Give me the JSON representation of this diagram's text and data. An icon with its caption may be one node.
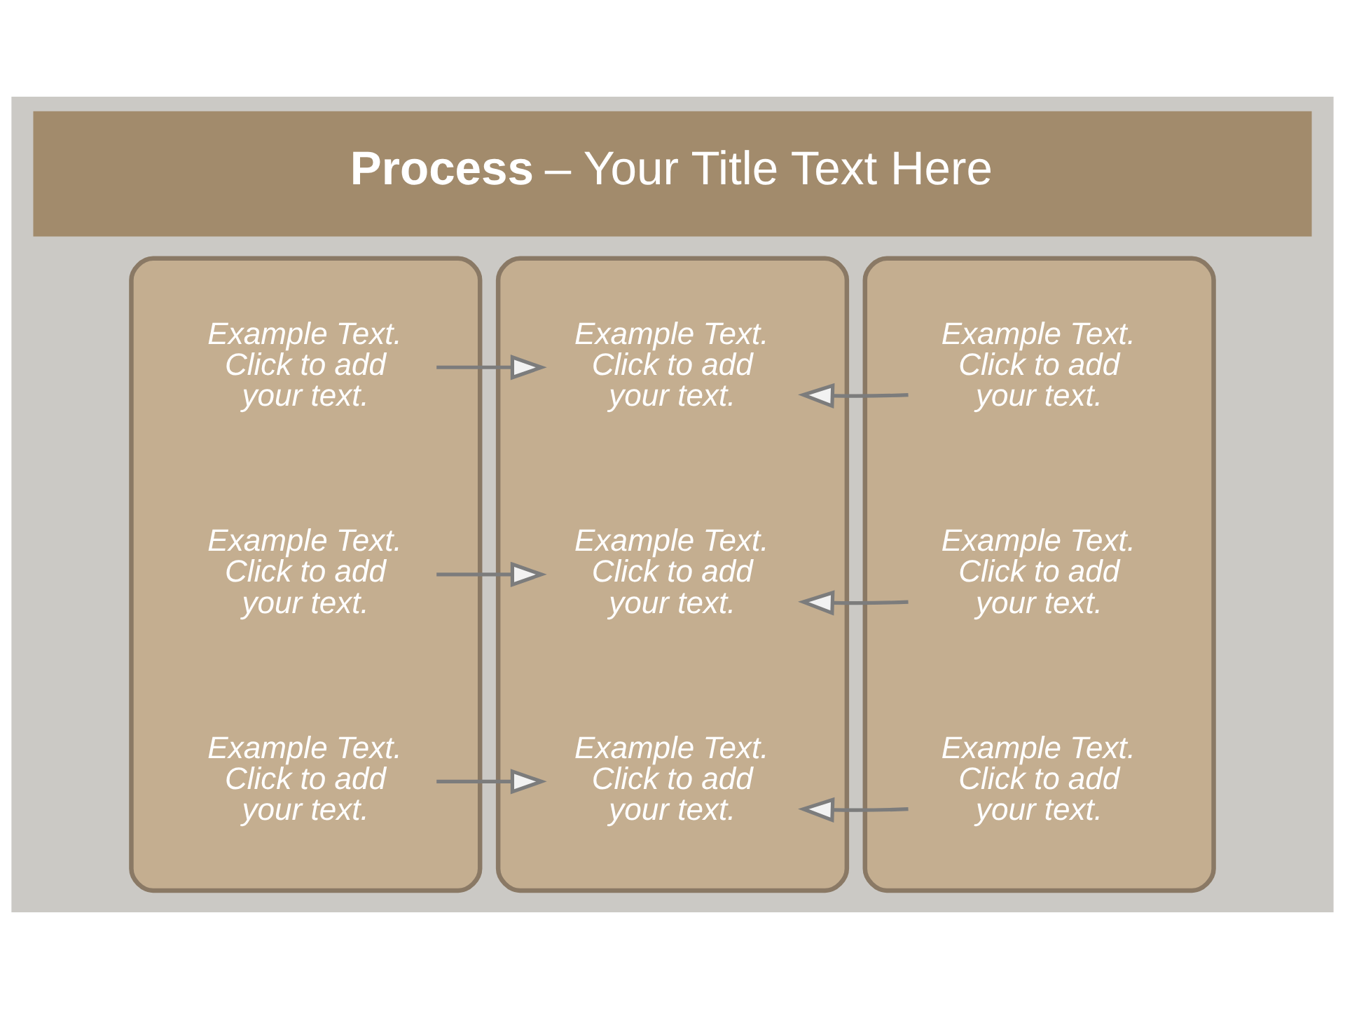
{
  "diagram": {
    "title": "**Process** – Your Title Text Here",
    "nodes": [
      {
        "text": [],
        "shape": "box"
      },
      {
        "text": [
          "Example Text. Click to add your text."
        ],
        "in": 0
      },
      {
        "text": [
          "Example Text. Click to add your text."
        ],
        "in": 0
      },
      {
        "text": [
          "Example Text. Click to add your text."
        ],
        "in": 0
      },
      {
        "text": [],
        "shape": "box"
      },
      {
        "text": [
          "Example Text. Click to add your text."
        ],
        "in": 4
      },
      {
        "text": [
          "Example Text. Click to add your text."
        ],
        "in": 4
      },
      {
        "text": [
          "Example Text. Click to add your text."
        ],
        "in": 4
      },
      {
        "text": [],
        "shape": "box"
      },
      {
        "text": [
          "Example Text. Click to add your text."
        ],
        "in": 8
      },
      {
        "text": [
          "Example Text. Click to add your text."
        ],
        "in": 8
      },
      {
        "text": [
          "Example Text. Click to add your text."
        ],
        "in": 8
      }
    ],
    "edges": [
      {
        "from": 1,
        "to": 5,
        "arrow": "to"
      },
      {
        "from": 9,
        "to": 5,
        "arrow": "to"
      },
      {
        "from": 2,
        "to": 6,
        "arrow": "to"
      },
      {
        "from": 10,
        "to": 6,
        "arrow": "to"
      },
      {
        "from": 3,
        "to": 7,
        "arrow": "to"
      },
      {
        "from": 11,
        "to": 7,
        "arrow": "to"
      }
    ]
  }
}
